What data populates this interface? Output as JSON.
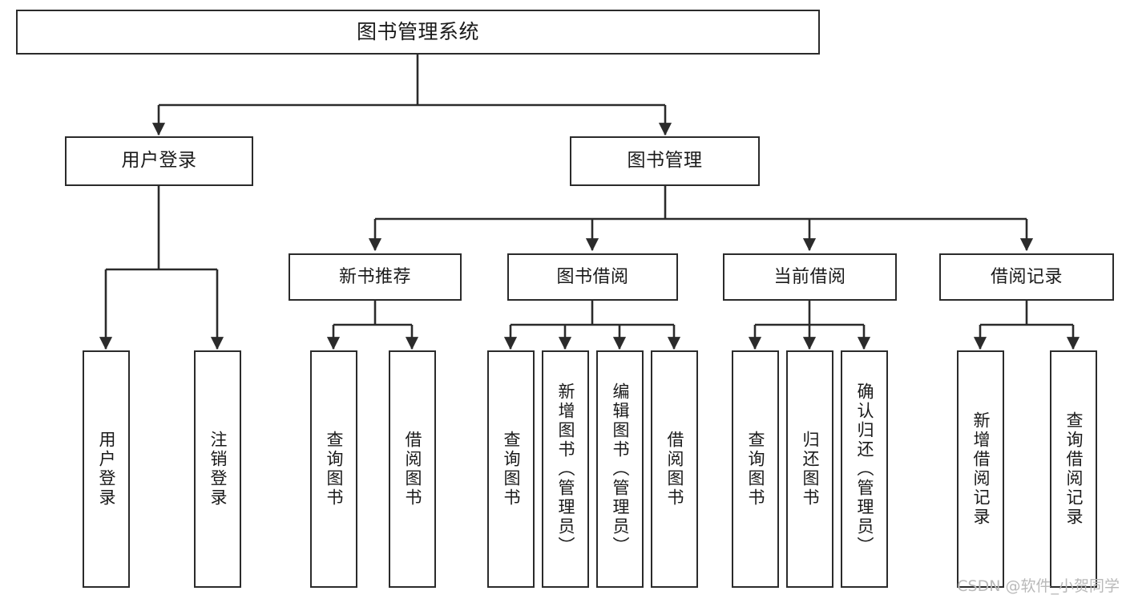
{
  "diagram": {
    "title": "图书管理系统",
    "type": "tree-hierarchy-diagram",
    "theme": {
      "background": "#ffffff",
      "box_fill": "#ffffff",
      "box_stroke": "#2b2b2b",
      "text_color": "#1a1a1a",
      "connector_color": "#2b2b2b",
      "watermark_color": "#b9b9b9"
    }
  },
  "nodes": {
    "root": {
      "label": "图书管理系统"
    },
    "level1": [
      {
        "id": "user-login",
        "label": "用户登录"
      },
      {
        "id": "book-manage",
        "label": "图书管理"
      }
    ],
    "level2": [
      {
        "id": "new-book-recommend",
        "label": "新书推荐"
      },
      {
        "id": "book-borrow",
        "label": "图书借阅"
      },
      {
        "id": "current-borrow",
        "label": "当前借阅"
      },
      {
        "id": "borrow-record",
        "label": "借阅记录"
      }
    ],
    "leaves": {
      "user_login": [
        {
          "id": "login",
          "label": "用户登录"
        },
        {
          "id": "logout",
          "label": "注销登录"
        }
      ],
      "new_book_recommend": [
        {
          "id": "query-book-1",
          "label": "查询图书"
        },
        {
          "id": "borrow-book-1",
          "label": "借阅图书"
        }
      ],
      "book_borrow": [
        {
          "id": "query-book-2",
          "label": "查询图书"
        },
        {
          "id": "add-book",
          "label": "新增图书（管理员）"
        },
        {
          "id": "edit-book",
          "label": "编辑图书（管理员）"
        },
        {
          "id": "borrow-book-2",
          "label": "借阅图书"
        }
      ],
      "current_borrow": [
        {
          "id": "query-book-3",
          "label": "查询图书"
        },
        {
          "id": "return-book",
          "label": "归还图书"
        },
        {
          "id": "confirm-return",
          "label": "确认归还（管理员）"
        }
      ],
      "borrow_record": [
        {
          "id": "add-borrow-record",
          "label": "新增借阅记录"
        },
        {
          "id": "query-borrow-record",
          "label": "查询借阅记录"
        }
      ]
    }
  },
  "watermark": {
    "text": "CSDN @软件_小贺同学"
  }
}
